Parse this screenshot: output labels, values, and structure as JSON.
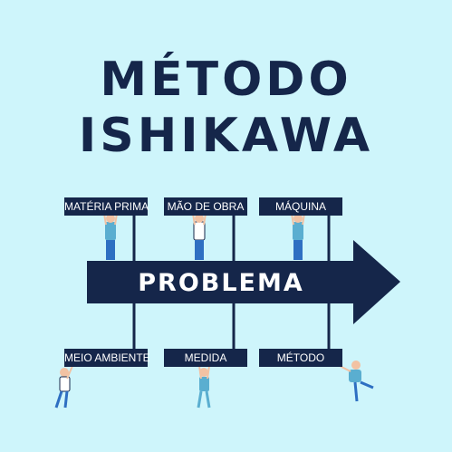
{
  "title": {
    "line1": "MÉTODO",
    "line2": "ISHIKAWA"
  },
  "problem": "PROBLEMA",
  "causes_top": [
    "MATÉRIA PRIMA",
    "MÃO DE OBRA",
    "MÁQUINA"
  ],
  "causes_bottom": [
    "MEIO AMBIENTE",
    "MEDIDA",
    "MÉTODO"
  ],
  "colors": {
    "background": "#cef5fb",
    "primary": "#15264a",
    "accent": "#5aaed0"
  }
}
